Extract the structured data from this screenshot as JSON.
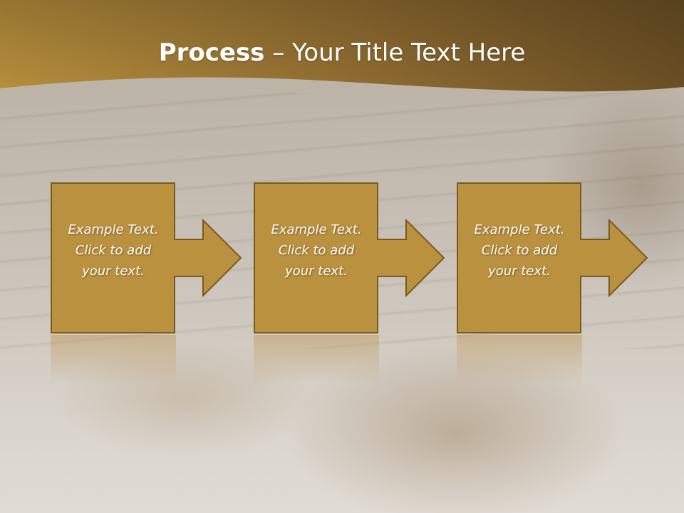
{
  "slide": {
    "title_bold": "Process",
    "title_rest": " – Your Title Text Here",
    "steps": [
      {
        "text": "Example Text.\nClick  to add\nyour text."
      },
      {
        "text": "Example Text.\nClick  to add\nyour text."
      },
      {
        "text": "Example Text.\nClick  to add\nyour text."
      }
    ]
  },
  "colors": {
    "header_dark": "#6b5125",
    "header_gold": "#b8923f",
    "box_fill": "#b9913f",
    "box_stroke": "#7a5a1e"
  }
}
